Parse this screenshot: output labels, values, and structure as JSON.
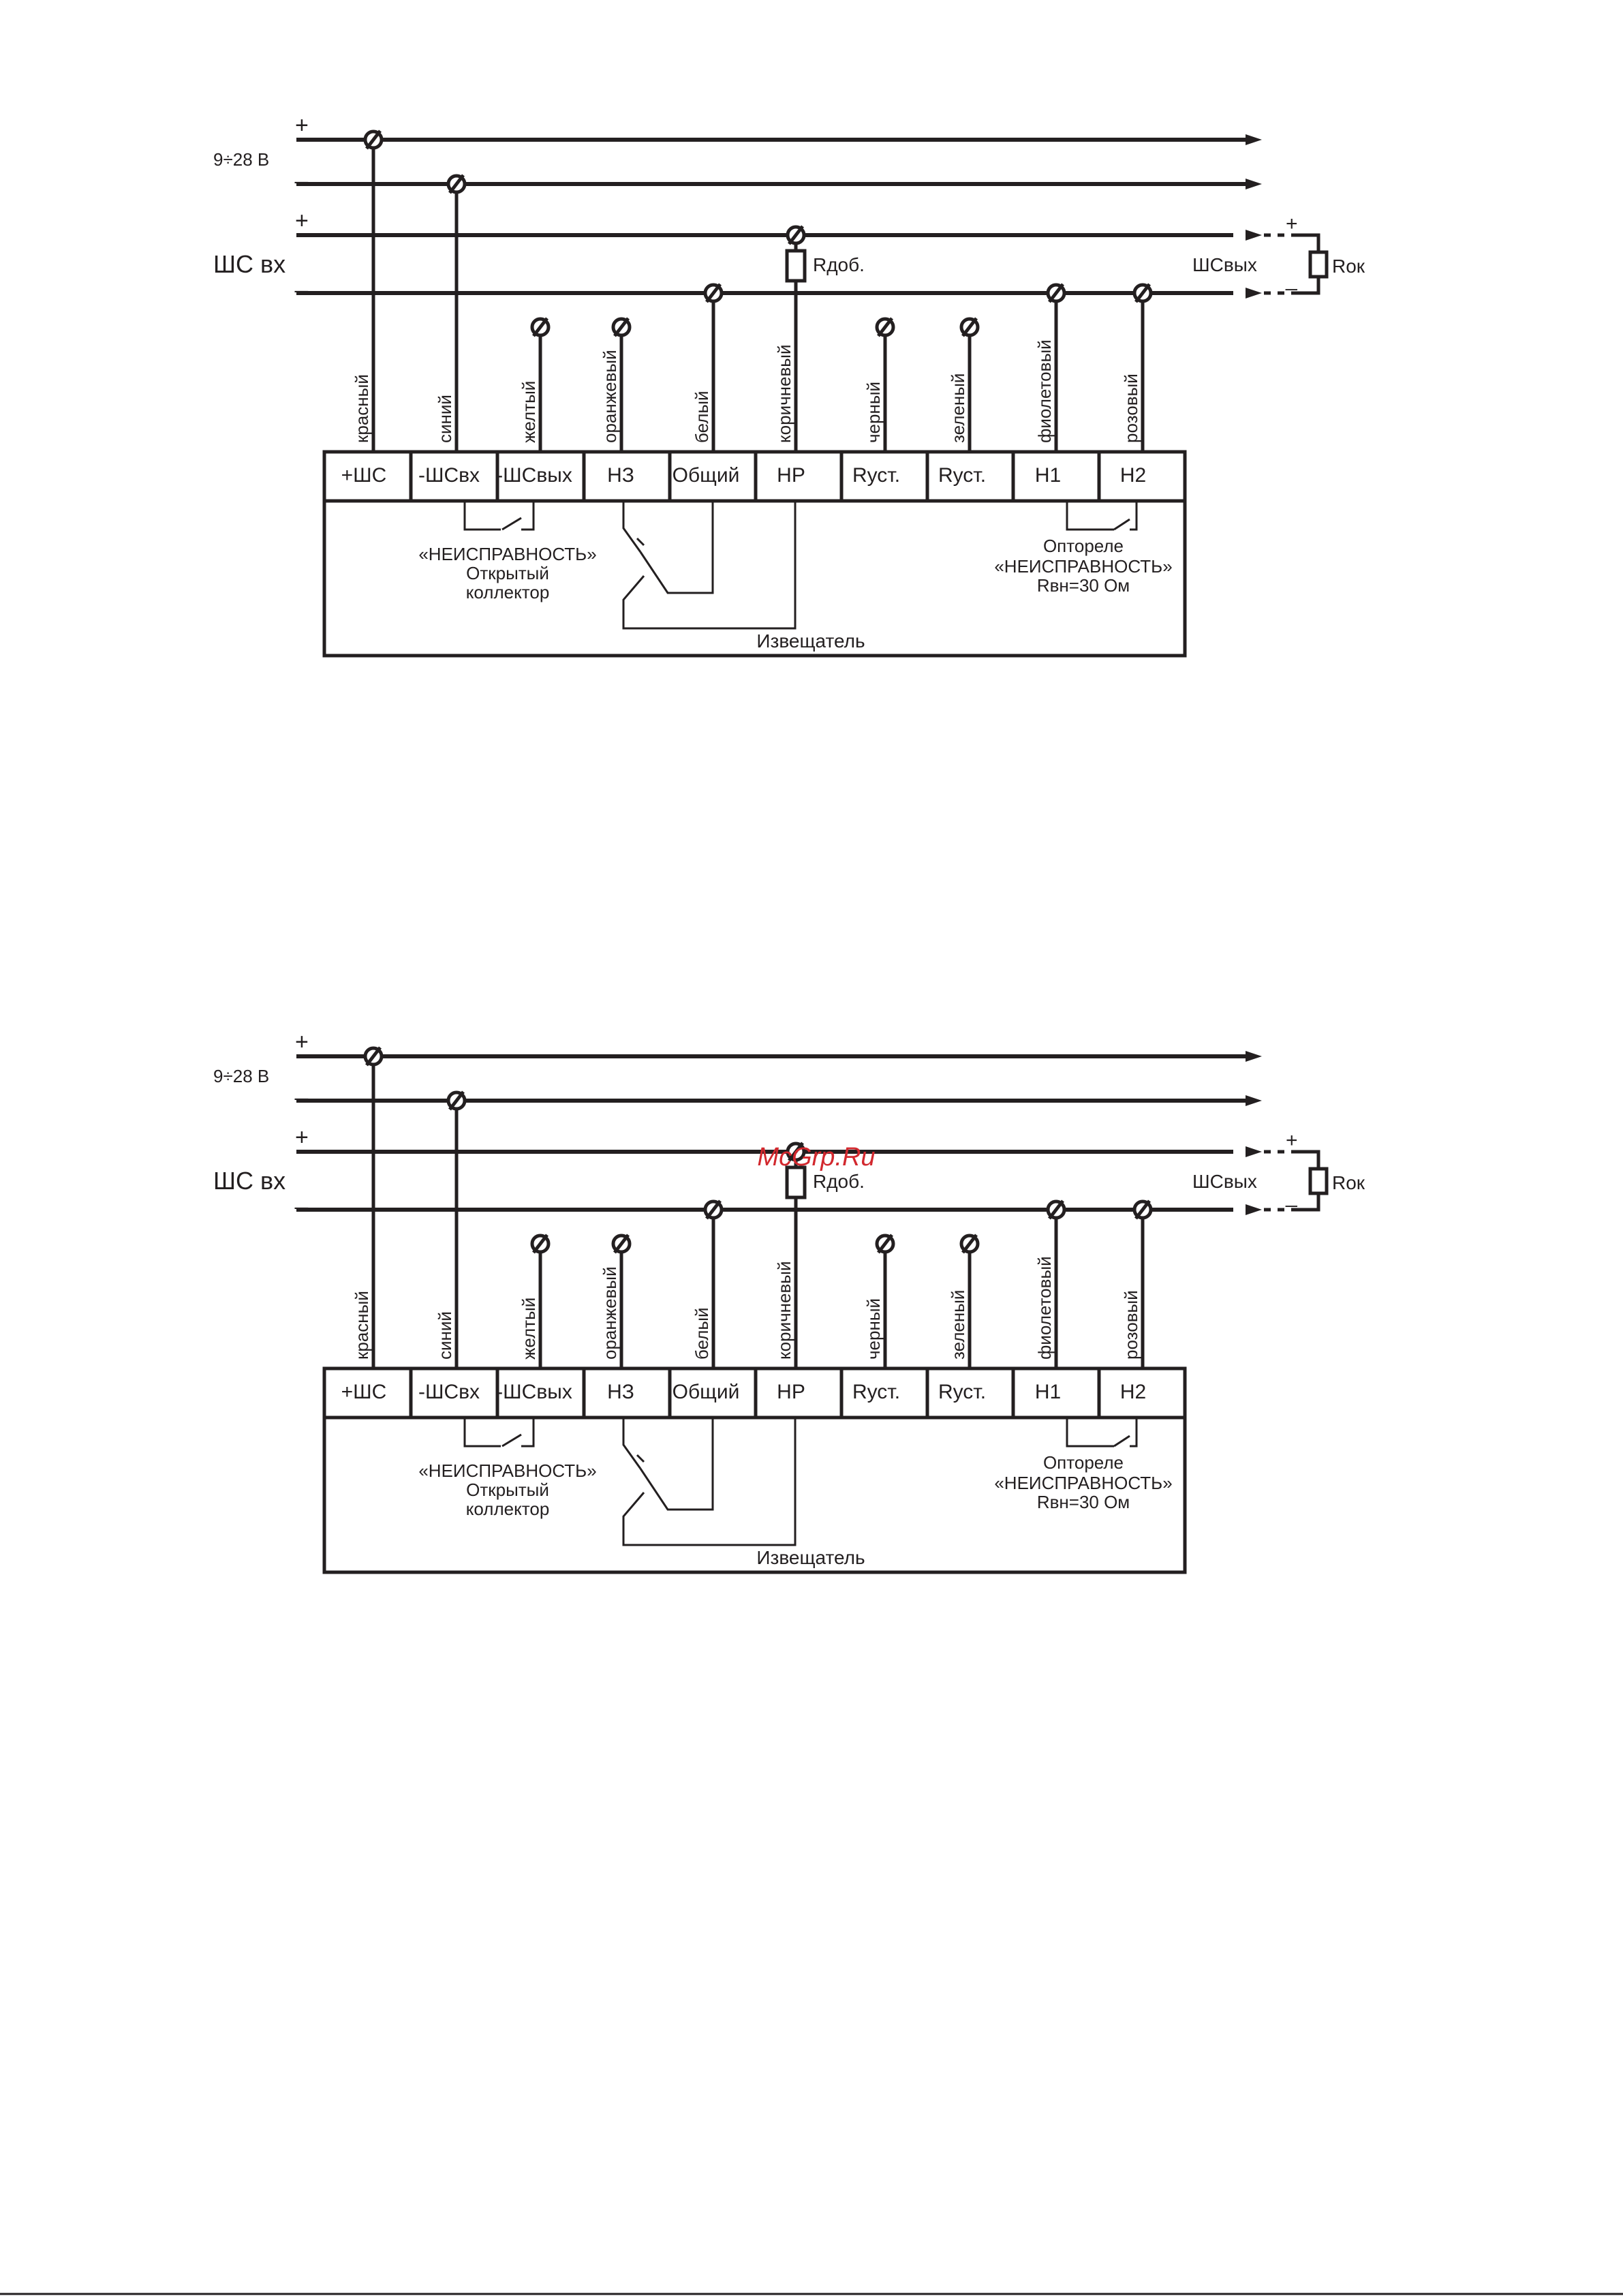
{
  "diagrams": [
    {
      "power_label": "9÷28 В",
      "loop_in_label": "ШС вх",
      "loop_out_label": "ШСвых",
      "r_add_label": "Rдоб.",
      "r_end_label": "Rок",
      "plus": "+",
      "minus": "_",
      "wires": [
        "красный",
        "синий",
        "желтый",
        "оранжевый",
        "белый",
        "коричневый",
        "черный",
        "зеленый",
        "фиолетовый",
        "розовый"
      ],
      "terminals": [
        "+ШС",
        "-ШСвх",
        "-ШСвых",
        "НЗ",
        "Общий",
        "НР",
        "Rуст.",
        "Rуст.",
        "Н1",
        "Н2"
      ],
      "fault_label_1": "«НЕИСПРАВНОСТЬ»",
      "fault_label_2": "Открытый",
      "fault_label_3": "коллектор",
      "opto_label_1": "Оптореле",
      "opto_label_2": "«НЕИСПРАВНОСТЬ»",
      "opto_label_3": "Rвн=30 Ом",
      "device_label": "Извещатель"
    },
    {
      "power_label": "9÷28 В",
      "loop_in_label": "ШС вх",
      "loop_out_label": "ШСвых",
      "r_add_label": "Rдоб.",
      "r_end_label": "Rок",
      "plus": "+",
      "minus": "_",
      "wires": [
        "красный",
        "синий",
        "желтый",
        "оранжевый",
        "белый",
        "коричневый",
        "черный",
        "зеленый",
        "фиолетовый",
        "розовый"
      ],
      "terminals": [
        "+ШС",
        "-ШСвх",
        "-ШСвых",
        "НЗ",
        "Общий",
        "НР",
        "Rуст.",
        "Rуст.",
        "Н1",
        "Н2"
      ],
      "fault_label_1": "«НЕИСПРАВНОСТЬ»",
      "fault_label_2": "Открытый",
      "fault_label_3": "коллектор",
      "opto_label_1": "Оптореле",
      "opto_label_2": "«НЕИСПРАВНОСТЬ»",
      "opto_label_3": "Rвн=30 Ом",
      "device_label": "Извещатель",
      "watermark": "McGrp.Ru"
    }
  ]
}
